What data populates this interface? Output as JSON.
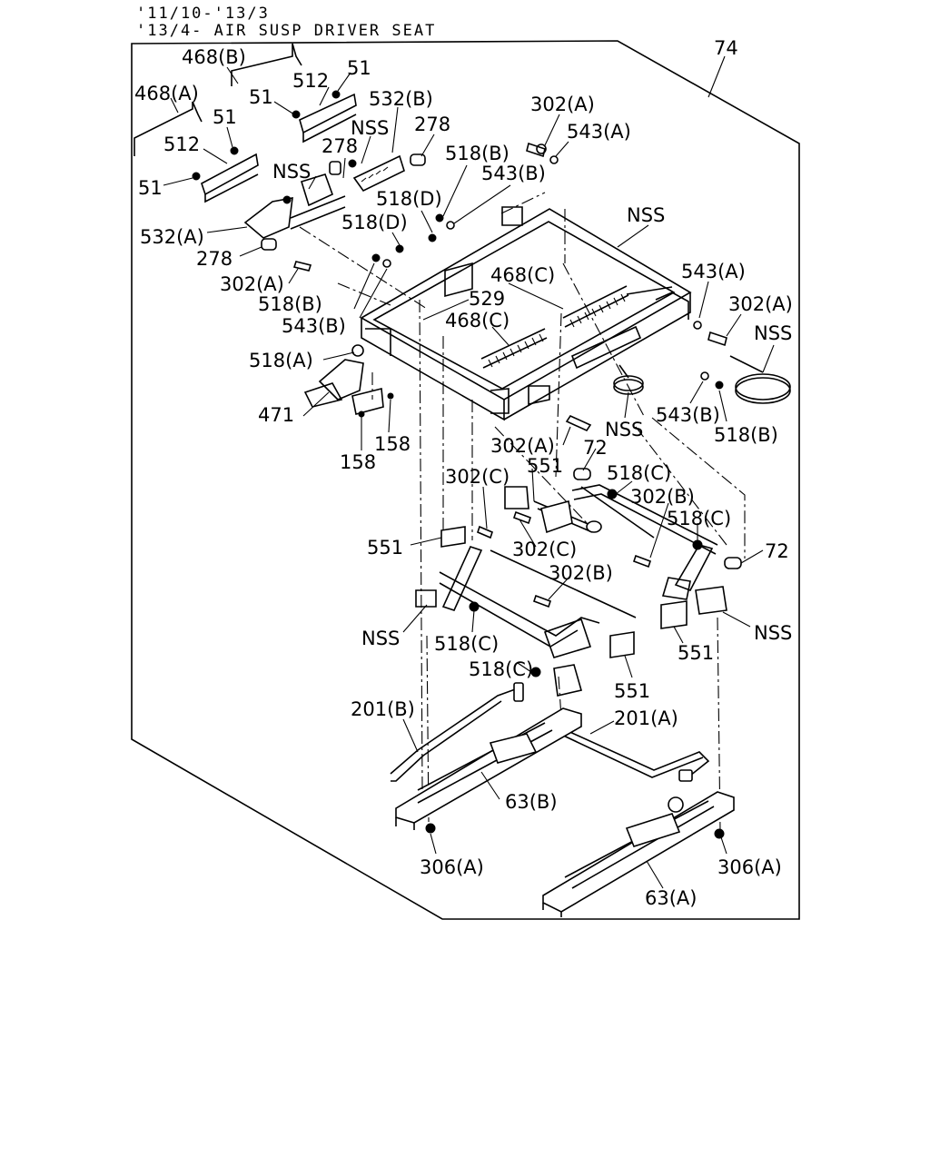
{
  "header": {
    "line1": "'11/10-'13/3",
    "line2": "'13/4- AIR SUSP DRIVER SEAT"
  },
  "callouts": [
    {
      "id": "c0",
      "text": "74"
    },
    {
      "id": "c1",
      "text": "468(B)"
    },
    {
      "id": "c2",
      "text": "51"
    },
    {
      "id": "c3",
      "text": "512"
    },
    {
      "id": "c4",
      "text": "468(A)"
    },
    {
      "id": "c5",
      "text": "51"
    },
    {
      "id": "c6",
      "text": "532(B)"
    },
    {
      "id": "c7",
      "text": "51"
    },
    {
      "id": "c8",
      "text": "NSS"
    },
    {
      "id": "c9",
      "text": "278"
    },
    {
      "id": "c10",
      "text": "512"
    },
    {
      "id": "c11",
      "text": "278"
    },
    {
      "id": "c12",
      "text": "302(A)"
    },
    {
      "id": "c13",
      "text": "543(A)"
    },
    {
      "id": "c14",
      "text": "NSS"
    },
    {
      "id": "c15",
      "text": "518(B)"
    },
    {
      "id": "c16",
      "text": "51"
    },
    {
      "id": "c17",
      "text": "543(B)"
    },
    {
      "id": "c18",
      "text": "518(D)"
    },
    {
      "id": "c19",
      "text": "NSS"
    },
    {
      "id": "c20",
      "text": "532(A)"
    },
    {
      "id": "c21",
      "text": "518(D)"
    },
    {
      "id": "c22",
      "text": "278"
    },
    {
      "id": "c23",
      "text": "302(A)"
    },
    {
      "id": "c24",
      "text": "468(C)"
    },
    {
      "id": "c25",
      "text": "543(A)"
    },
    {
      "id": "c26",
      "text": "518(B)"
    },
    {
      "id": "c27",
      "text": "529"
    },
    {
      "id": "c28",
      "text": "302(A)"
    },
    {
      "id": "c29",
      "text": "543(B)"
    },
    {
      "id": "c30",
      "text": "468(C)"
    },
    {
      "id": "c31",
      "text": "NSS"
    },
    {
      "id": "c32",
      "text": "518(A)"
    },
    {
      "id": "c33",
      "text": "471"
    },
    {
      "id": "c34",
      "text": "543(B)"
    },
    {
      "id": "c35",
      "text": "NSS"
    },
    {
      "id": "c36",
      "text": "518(B)"
    },
    {
      "id": "c37",
      "text": "158"
    },
    {
      "id": "c38",
      "text": "302(A)"
    },
    {
      "id": "c39",
      "text": "72"
    },
    {
      "id": "c40",
      "text": "158"
    },
    {
      "id": "c41",
      "text": "302(C)"
    },
    {
      "id": "c42",
      "text": "551"
    },
    {
      "id": "c43",
      "text": "518(C)"
    },
    {
      "id": "c44",
      "text": "302(B)"
    },
    {
      "id": "c45",
      "text": "518(C)"
    },
    {
      "id": "c46",
      "text": "551"
    },
    {
      "id": "c47",
      "text": "302(C)"
    },
    {
      "id": "c48",
      "text": "72"
    },
    {
      "id": "c49",
      "text": "302(B)"
    },
    {
      "id": "c50",
      "text": "NSS"
    },
    {
      "id": "c51",
      "text": "NSS"
    },
    {
      "id": "c52",
      "text": "518(C)"
    },
    {
      "id": "c53",
      "text": "551"
    },
    {
      "id": "c54",
      "text": "518(C)"
    },
    {
      "id": "c55",
      "text": "551"
    },
    {
      "id": "c56",
      "text": "201(B)"
    },
    {
      "id": "c57",
      "text": "201(A)"
    },
    {
      "id": "c58",
      "text": "63(B)"
    },
    {
      "id": "c59",
      "text": "306(A)"
    },
    {
      "id": "c60",
      "text": "306(A)"
    },
    {
      "id": "c61",
      "text": "63(A)"
    }
  ]
}
